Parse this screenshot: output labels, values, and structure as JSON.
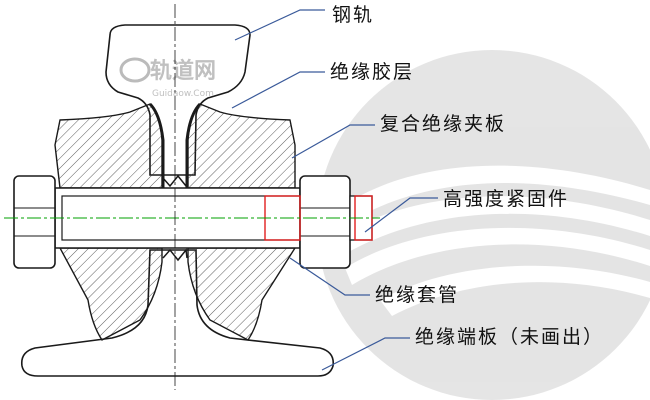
{
  "labels": {
    "rail": "钢轨",
    "insulating_pad": "绝缘胶层",
    "composite_plate": "复合绝缘夹板",
    "fastener": "高强度紧固件",
    "sleeve": "绝缘套管",
    "end_plate": "绝缘端板（未画出）"
  },
  "watermark": {
    "text": "轨道网",
    "subtext": "Guidaow.Com"
  },
  "colors": {
    "line": "#1a1a1a",
    "hatch": "#333333",
    "centerline": "#00a000",
    "fastener_highlight": "#e02020",
    "leader": "#3a5a9a",
    "watermark": "#c0c0c0"
  }
}
